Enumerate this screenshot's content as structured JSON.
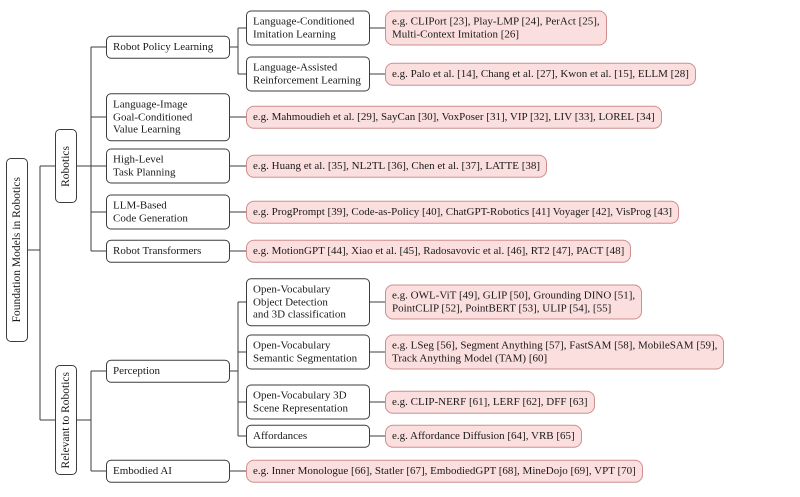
{
  "diagram": {
    "title": "Foundation Models in Robotics",
    "colors": {
      "leaf_fill": "#fbdede",
      "leaf_border": "#cf8d8d",
      "node_fill": "#ffffff",
      "node_border": "#3d3d3d",
      "line": "#3d3d3d"
    },
    "groups": [
      {
        "label": "Robotics",
        "children": [
          {
            "label": "Robot Policy Learning",
            "children": [
              {
                "label": "Language-Conditioned\nImitation Learning",
                "examples": "e.g. CLIPort [23], Play-LMP [24], PerAct [25],\nMulti-Context Imitation [26]"
              },
              {
                "label": "Language-Assisted\nReinforcement Learning",
                "examples": "e.g. Palo et al. [14], Chang et al. [27], Kwon et al. [15], ELLM [28]"
              }
            ]
          },
          {
            "label": "Language-Image\nGoal-Conditioned\nValue Learning",
            "examples": "e.g. Mahmoudieh et al. [29], SayCan [30], VoxPoser [31], VIP [32], LIV [33], LOREL [34]"
          },
          {
            "label": "High-Level\nTask Planning",
            "examples": "e.g. Huang et al. [35], NL2TL [36], Chen et al. [37], LATTE [38]"
          },
          {
            "label": "LLM-Based\nCode Generation",
            "examples": "e.g. ProgPrompt [39], Code-as-Policy [40], ChatGPT-Robotics [41] Voyager [42], VisProg [43]"
          },
          {
            "label": "Robot Transformers",
            "examples": "e.g. MotionGPT [44], Xiao et al. [45], Radosavovic et al. [46], RT2 [47], PACT [48]"
          }
        ]
      },
      {
        "label": "Relevant to Robotics",
        "children": [
          {
            "label": "Perception",
            "children": [
              {
                "label": "Open-Vocabulary\nObject Detection\nand 3D classification",
                "examples": "e.g. OWL-ViT [49], GLIP [50], Grounding DINO [51],\nPointCLIP [52], PointBERT [53], ULIP [54], [55]"
              },
              {
                "label": "Open-Vocabulary\nSemantic Segmentation",
                "examples": "e.g. LSeg [56], Segment Anything [57], FastSAM [58], MobileSAM [59],\nTrack Anything Model (TAM) [60]"
              },
              {
                "label": "Open-Vocabulary 3D\nScene Representation",
                "examples": "e.g. CLIP-NERF [61], LERF [62], DFF [63]"
              },
              {
                "label": "Affordances",
                "examples": "e.g. Affordance Diffusion [64], VRB [65]"
              }
            ]
          },
          {
            "label": "Embodied AI",
            "examples": "e.g. Inner Monologue [66], Statler [67], EmbodiedGPT [68], MineDojo [69], VPT [70]"
          }
        ]
      }
    ]
  }
}
